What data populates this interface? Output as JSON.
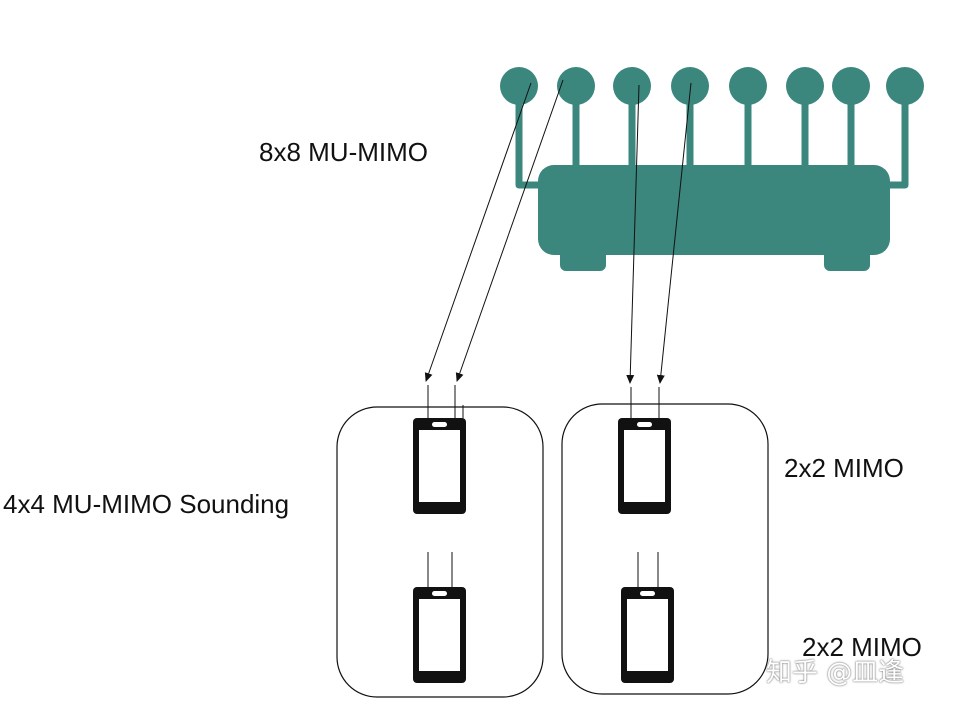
{
  "labels": {
    "top": "8x8 MU-MIMO",
    "left": "4x4 MU-MIMO Sounding",
    "right_upper": "2x2 MIMO",
    "right_lower": "2x2 MIMO"
  },
  "watermark": "知乎 @皿逢",
  "colors": {
    "router": "#3b877e",
    "phone": "#111111",
    "line": "#111111"
  }
}
